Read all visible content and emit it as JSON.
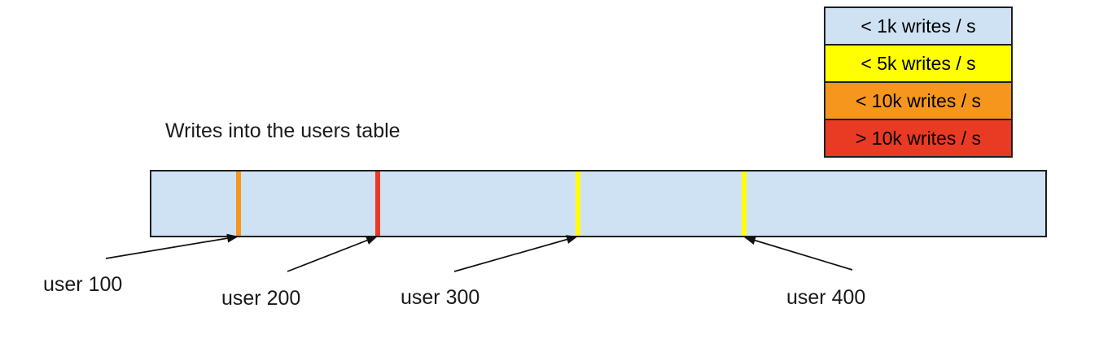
{
  "title": "Writes into the users table",
  "legend": {
    "items": [
      {
        "label": "< 1k writes / s",
        "color": "#cfe2f3"
      },
      {
        "label": "< 5k writes / s",
        "color": "#ffff00"
      },
      {
        "label": "< 10k writes / s",
        "color": "#f6961d"
      },
      {
        "label": "> 10k writes / s",
        "color": "#e93a23"
      }
    ]
  },
  "table_bar": {
    "fill": "#cfe2f3",
    "border_color": "#1f1f1f",
    "markers": [
      {
        "label": "user 100",
        "color": "#f6961d",
        "position_pct": 9.7,
        "rate_bucket": "< 10k writes / s"
      },
      {
        "label": "user 200",
        "color": "#e93a23",
        "position_pct": 25.3,
        "rate_bucket": "> 10k writes / s"
      },
      {
        "label": "user 300",
        "color": "#ffff00",
        "position_pct": 47.7,
        "rate_bucket": "< 5k writes / s"
      },
      {
        "label": "user 400",
        "color": "#ffff00",
        "position_pct": 66.3,
        "rate_bucket": "< 5k writes / s"
      }
    ]
  }
}
